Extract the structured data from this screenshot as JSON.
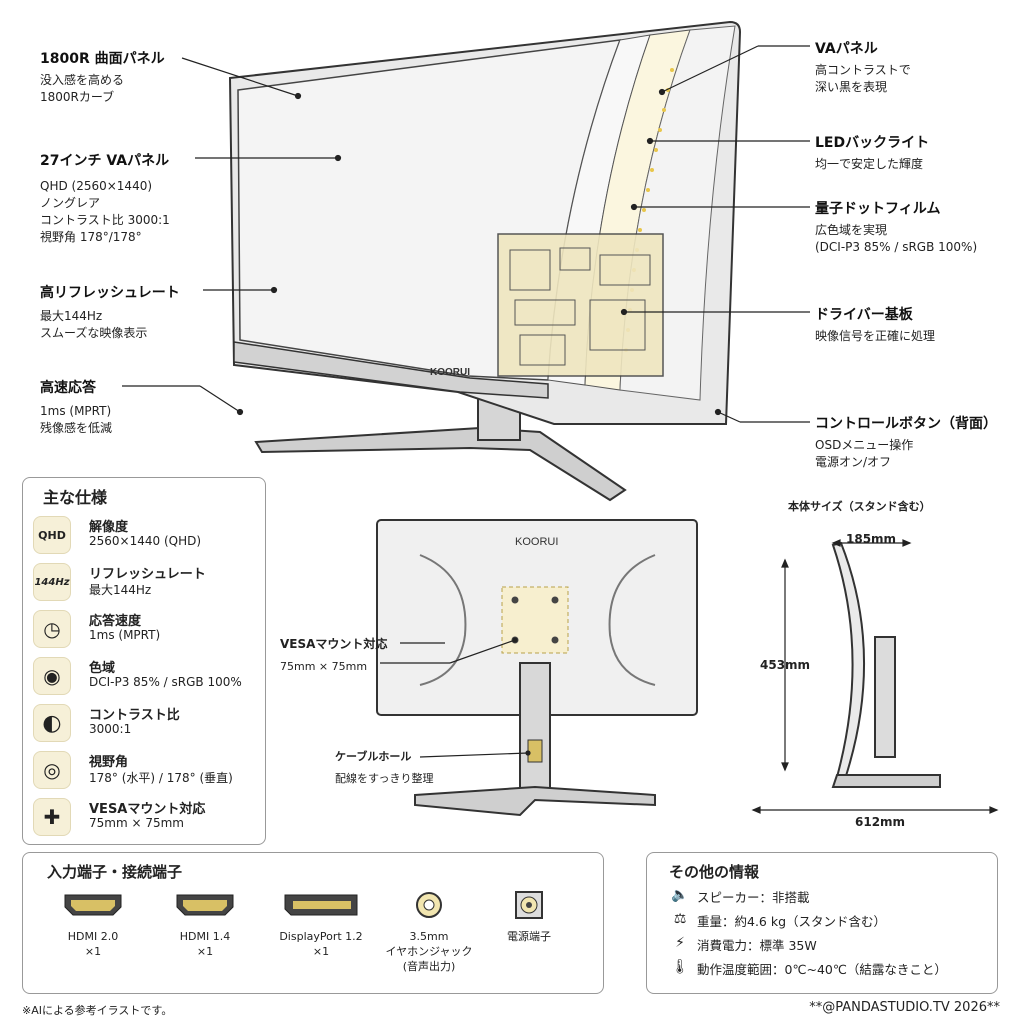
{
  "front_callouts": {
    "curved": {
      "title": "1800R 曲面パネル",
      "lines": [
        "没入感を高める",
        "1800Rカーブ"
      ]
    },
    "panel": {
      "title": "27インチ VAパネル",
      "lines": [
        "QHD (2560×1440)",
        "ノングレア",
        "コントラスト比 3000:1",
        "視野角 178°/178°"
      ]
    },
    "refresh": {
      "title": "高リフレッシュレート",
      "lines": [
        "最大144Hz",
        "スムーズな映像表示"
      ]
    },
    "response": {
      "title": "高速応答",
      "lines": [
        "1ms (MPRT)",
        "残像感を低減"
      ]
    },
    "va": {
      "title": "VAパネル",
      "lines": [
        "高コントラストで",
        "深い黒を表現"
      ]
    },
    "led": {
      "title": "LEDバックライト",
      "lines": [
        "均一で安定した輝度"
      ]
    },
    "qd": {
      "title": "量子ドットフィルム",
      "lines": [
        "広色域を実現",
        "(DCI-P3 85% / sRGB 100%)"
      ]
    },
    "driver": {
      "title": "ドライバー基板",
      "lines": [
        "映像信号を正確に処理"
      ]
    },
    "control": {
      "title": "コントロールボタン（背面）",
      "lines": [
        "OSDメニュー操作",
        "電源オン/オフ"
      ]
    }
  },
  "brand": "KOORUI",
  "specs": {
    "heading": "主な仕様",
    "items": [
      {
        "icon_text": "QHD",
        "icon": "qhd-icon",
        "label": "解像度",
        "value": "2560×1440 (QHD)"
      },
      {
        "icon_text": "144Hz",
        "icon": "refresh-icon",
        "label": "リフレッシュレート",
        "value": "最大144Hz"
      },
      {
        "icon_text": "◷",
        "icon": "response-time-icon",
        "label": "応答速度",
        "value": "1ms (MPRT)"
      },
      {
        "icon_text": "◉",
        "icon": "palette-icon",
        "label": "色域",
        "value": "DCI-P3 85% / sRGB 100%"
      },
      {
        "icon_text": "◐",
        "icon": "contrast-icon",
        "label": "コントラスト比",
        "value": "3000:1"
      },
      {
        "icon_text": "◎",
        "icon": "viewing-angle-icon",
        "label": "視野角",
        "value": "178° (水平) / 178° (垂直)"
      },
      {
        "icon_text": "✚",
        "icon": "vesa-mount-icon",
        "label": "VESAマウント対応",
        "value": "75mm × 75mm"
      }
    ]
  },
  "back": {
    "vesa_title": "VESAマウント対応",
    "vesa_value": "75mm × 75mm",
    "cable_title": "ケーブルホール",
    "cable_value": "配線をすっきり整理"
  },
  "dimensions": {
    "title": "本体サイズ（スタンド含む）",
    "depth": "185mm",
    "height": "453mm",
    "width": "612mm"
  },
  "ports": {
    "heading": "入力端子・接続端子",
    "items": [
      {
        "label": "HDMI 2.0\n×1",
        "icon": "hdmi-icon"
      },
      {
        "label": "HDMI 1.4\n×1",
        "icon": "hdmi-icon"
      },
      {
        "label": "DisplayPort 1.2\n×1",
        "icon": "displayport-icon"
      },
      {
        "label": "3.5mm\nイヤホンジャック\n(音声出力)",
        "icon": "audio-jack-icon"
      },
      {
        "label": "電源端子",
        "icon": "power-port-icon"
      }
    ]
  },
  "other_info": {
    "heading": "その他の情報",
    "items": [
      {
        "icon": "speaker-icon",
        "glyph": "🔈",
        "text": "スピーカー：非搭載"
      },
      {
        "icon": "weight-icon",
        "glyph": "⚖",
        "text": "重量：約4.6 kg（スタンド含む）"
      },
      {
        "icon": "power-icon",
        "glyph": "⚡",
        "text": "消費電力：標準 35W"
      },
      {
        "icon": "thermometer-icon",
        "glyph": "🌡",
        "text": "動作温度範囲：0℃~40℃（結露なきこと）"
      }
    ]
  },
  "footer": {
    "note": "※AIによる参考イラストです。",
    "credit": "**@PANDASTUDIO.TV 2026**"
  }
}
